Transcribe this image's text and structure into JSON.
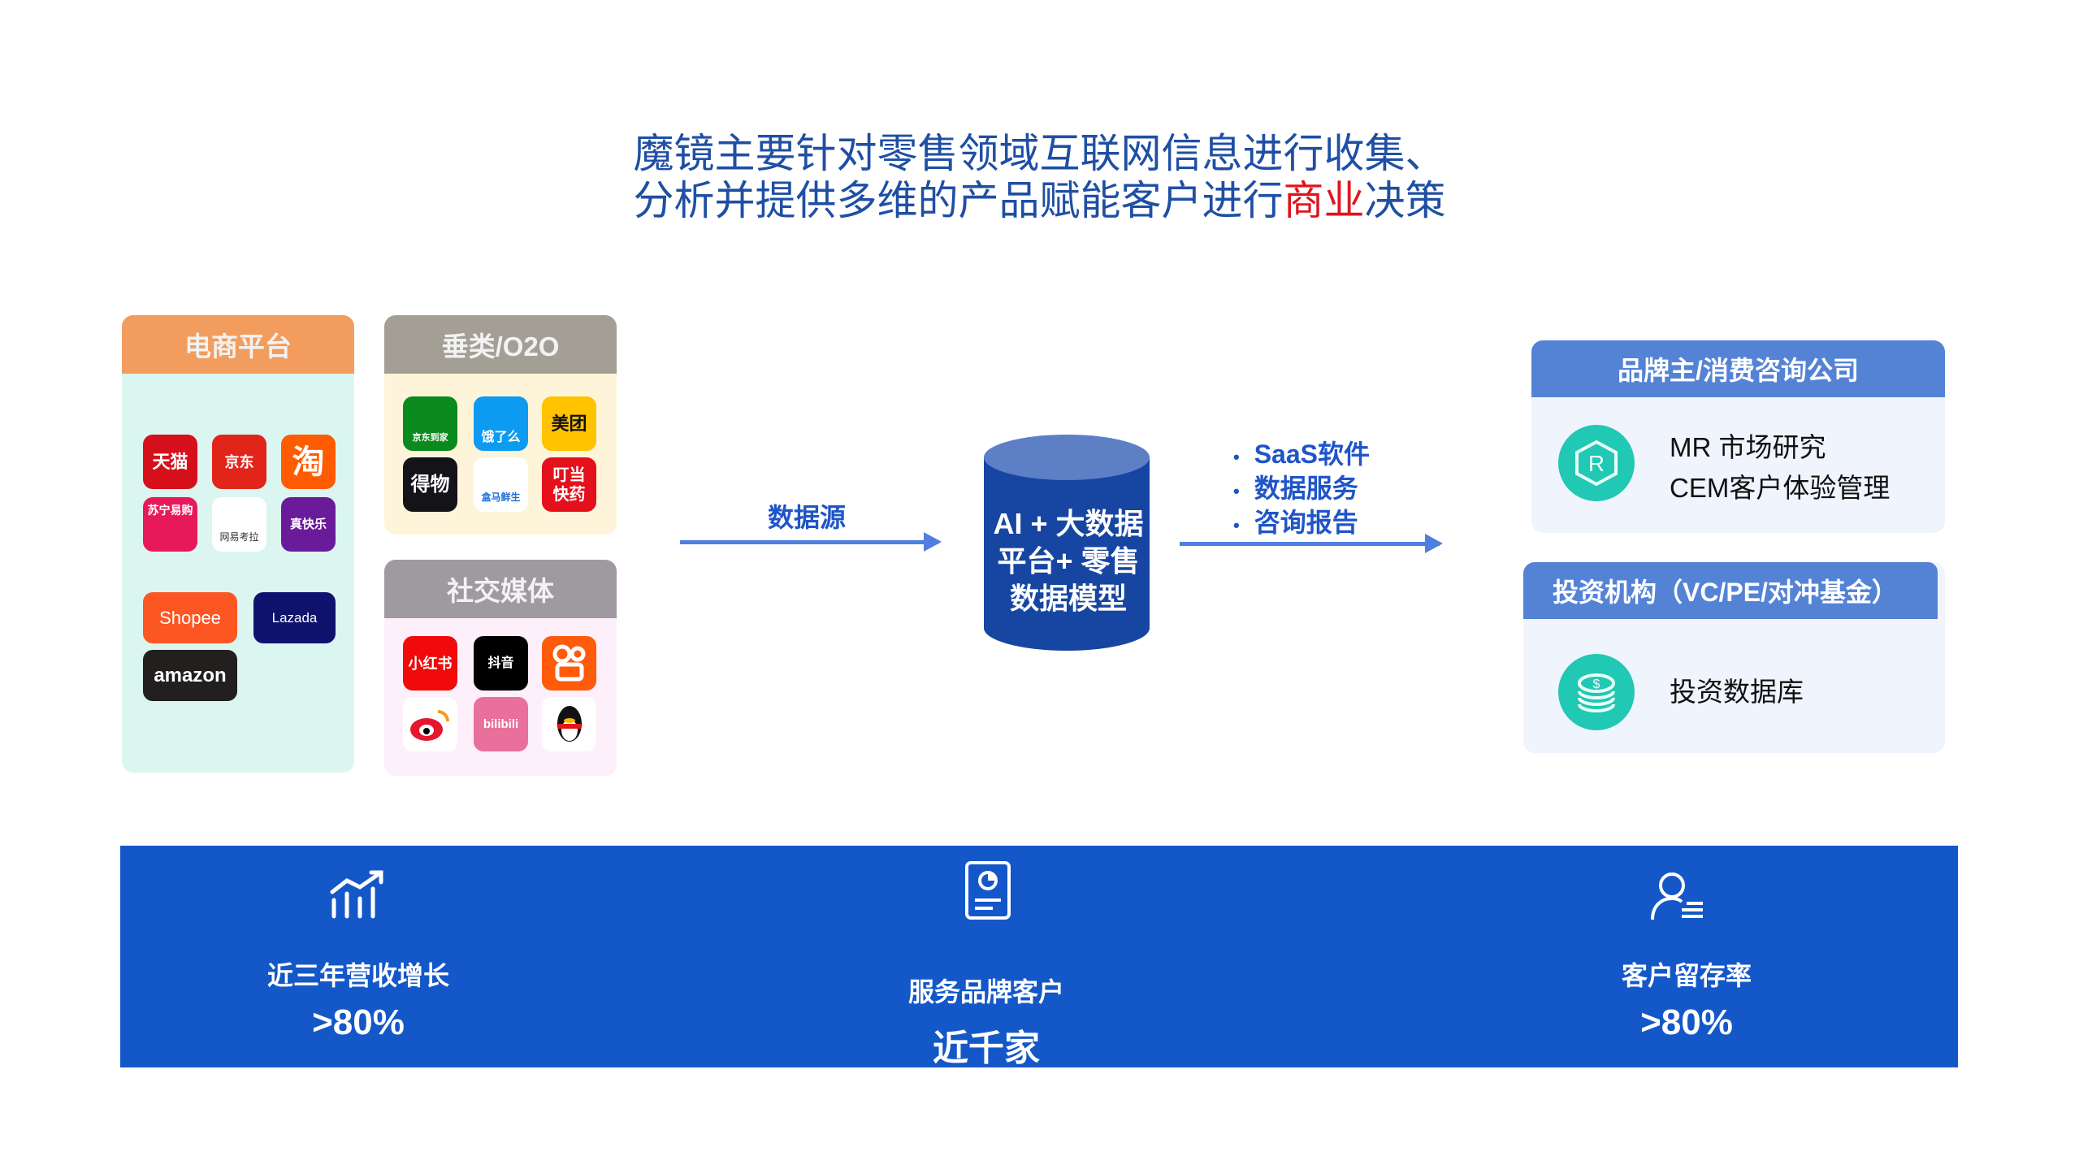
{
  "title": {
    "line1": "魔镜主要针对零售领域互联网信息进行收集、",
    "line2_pre": "分析并提供多维的产品赋能客户进行",
    "line2_highlight": "商业",
    "line2_post": "决策"
  },
  "sources": {
    "ecommerce": {
      "label": "电商平台",
      "apps": [
        "天猫",
        "京东",
        "淘",
        "苏宁易购",
        "网易考拉",
        "真快乐",
        "Shopee",
        "Lazada",
        "amazon"
      ]
    },
    "o2o": {
      "label": "垂类/O2O",
      "apps": [
        "京东到家",
        "饿了么",
        "美团",
        "得物",
        "盒马鲜生",
        "叮当快药"
      ]
    },
    "social": {
      "label": "社交媒体",
      "apps": [
        "小红书",
        "抖音",
        "快手",
        "微博",
        "bilibili",
        "QQ"
      ]
    }
  },
  "flow": {
    "source_label": "数据源",
    "center_line1": "AI + 大数据",
    "center_line2": "平台+ 零售",
    "center_line3": "数据模型",
    "outputs": [
      "SaaS软件",
      "数据服务",
      "咨询报告"
    ]
  },
  "clients": [
    {
      "header": "品牌主/消费咨询公司",
      "icon": "r-hexagon-icon",
      "lines": [
        "MR 市场研究",
        "CEM客户体验管理"
      ]
    },
    {
      "header": "投资机构（VC/PE/对冲基金）",
      "icon": "coins-icon",
      "lines": [
        "投资数据库"
      ]
    }
  ],
  "stats": [
    {
      "icon": "growth-chart-icon",
      "label": "近三年营收增长",
      "value": ">80%"
    },
    {
      "icon": "report-icon",
      "label": "服务品牌客户",
      "value": "近千家"
    },
    {
      "icon": "user-list-icon",
      "label": "客户留存率",
      "value": ">80%"
    }
  ],
  "colors": {
    "ecommerce_header": "#f29c5e",
    "ecommerce_bg": "#dbf6f0",
    "o2o_header": "#a39f95",
    "o2o_bg": "#fdf4da",
    "social_header": "#9f9aa0",
    "social_bg": "#fdf0fa",
    "band": "#1457c8",
    "accent": "#1f55c8",
    "highlight": "#e0141e",
    "teal": "#21c8b3"
  }
}
